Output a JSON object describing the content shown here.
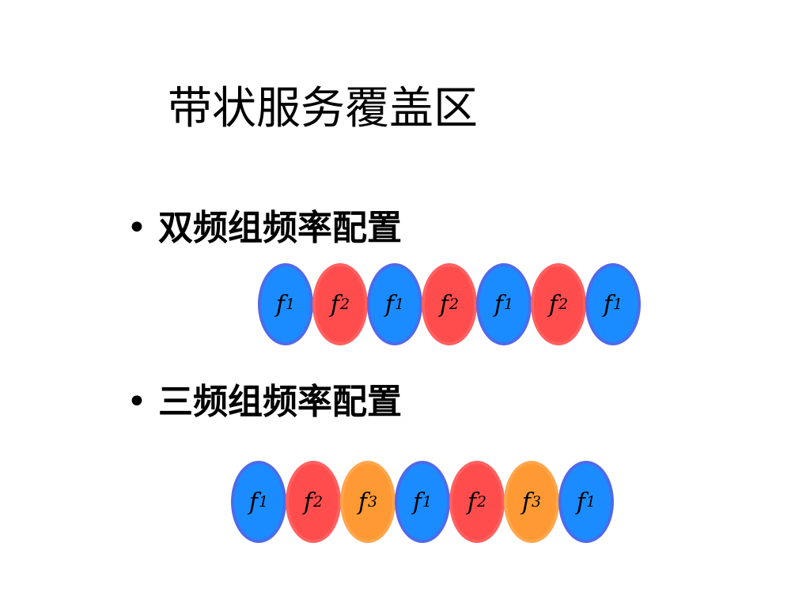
{
  "slide": {
    "title": "带状服务覆盖区",
    "bullet_symbol": "•",
    "sections": [
      {
        "label": "双频组频率配置",
        "cells": [
          {
            "letter": "f",
            "index": "1",
            "group": "f1"
          },
          {
            "letter": "f",
            "index": "2",
            "group": "f2"
          },
          {
            "letter": "f",
            "index": "1",
            "group": "f1"
          },
          {
            "letter": "f",
            "index": "2",
            "group": "f2"
          },
          {
            "letter": "f",
            "index": "1",
            "group": "f1"
          },
          {
            "letter": "f",
            "index": "2",
            "group": "f2"
          },
          {
            "letter": "f",
            "index": "1",
            "group": "f1"
          }
        ]
      },
      {
        "label": "三频组频率配置",
        "cells": [
          {
            "letter": "f",
            "index": "1",
            "group": "f1"
          },
          {
            "letter": "f",
            "index": "2",
            "group": "f2"
          },
          {
            "letter": "f",
            "index": "3",
            "group": "f3"
          },
          {
            "letter": "f",
            "index": "1",
            "group": "f1"
          },
          {
            "letter": "f",
            "index": "2",
            "group": "f2"
          },
          {
            "letter": "f",
            "index": "3",
            "group": "f3"
          },
          {
            "letter": "f",
            "index": "1",
            "group": "f1"
          }
        ]
      }
    ]
  },
  "colors": {
    "f1_fill": "#1a8cff",
    "f1_border": "#4d6bea",
    "f2_fill": "#ff4d4d",
    "f2_border": "#ff6060",
    "f3_fill": "#ff9933",
    "f3_border": "#ffa64d"
  }
}
